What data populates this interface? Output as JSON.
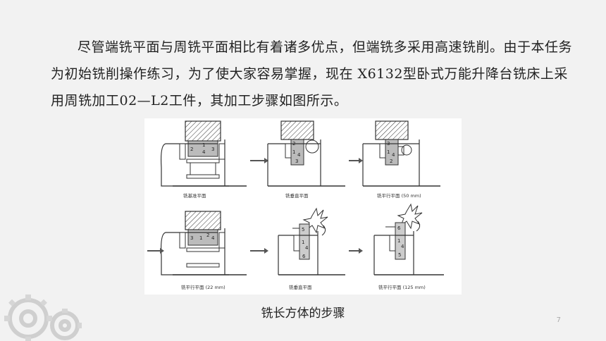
{
  "paragraph": "尽管端铣平面与周铣平面相比有着诸多优点，但端铣多采用高速铣削。由于本任务为初始铣削操作练习，为了使大家容易掌握，现在 X6132型卧式万能升降台铣床上采用周铣加工02—L2工件，其加工步骤如图所示。",
  "figure": {
    "steps": [
      {
        "label": "铣基准平面",
        "faces": [
          "1",
          "2",
          "3",
          "4"
        ]
      },
      {
        "label": "铣垂直平面",
        "faces": [
          "2",
          "1",
          "4",
          "3"
        ]
      },
      {
        "label": "铣平行平面 (50 mm)",
        "faces": [
          "3",
          "1",
          "4",
          "2"
        ]
      },
      {
        "label": "铣平行平面 (22 mm)",
        "faces": [
          "3",
          "1",
          "2",
          "4"
        ]
      },
      {
        "label": "铣垂直平面",
        "faces": [
          "5",
          "1",
          "4",
          "6"
        ]
      },
      {
        "label": "铣平行平面 (125 mm)",
        "faces": [
          "6",
          "1",
          "4",
          "5"
        ]
      }
    ]
  },
  "caption": "铣长方体的步骤",
  "page_number": "7"
}
